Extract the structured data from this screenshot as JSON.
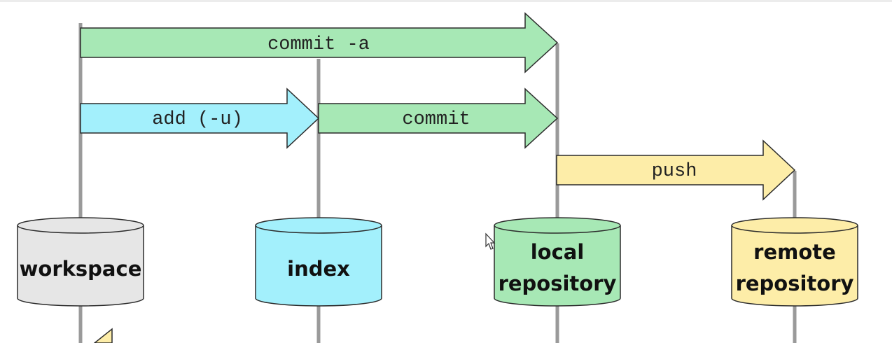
{
  "colors": {
    "lifeline": "#9a9a9a",
    "stroke": "#2b2b2b",
    "green": "#a7e8b5",
    "cyan": "#a3f0fc",
    "yellow": "#fdeda8",
    "gray": "#e6e6e6"
  },
  "arrows": {
    "commit_all": "commit -a",
    "add": "add (-u)",
    "commit": "commit",
    "push": "push"
  },
  "stores": {
    "workspace": "workspace",
    "index": "index",
    "local": [
      "local",
      "repository"
    ],
    "remote": [
      "remote",
      "repository"
    ]
  }
}
